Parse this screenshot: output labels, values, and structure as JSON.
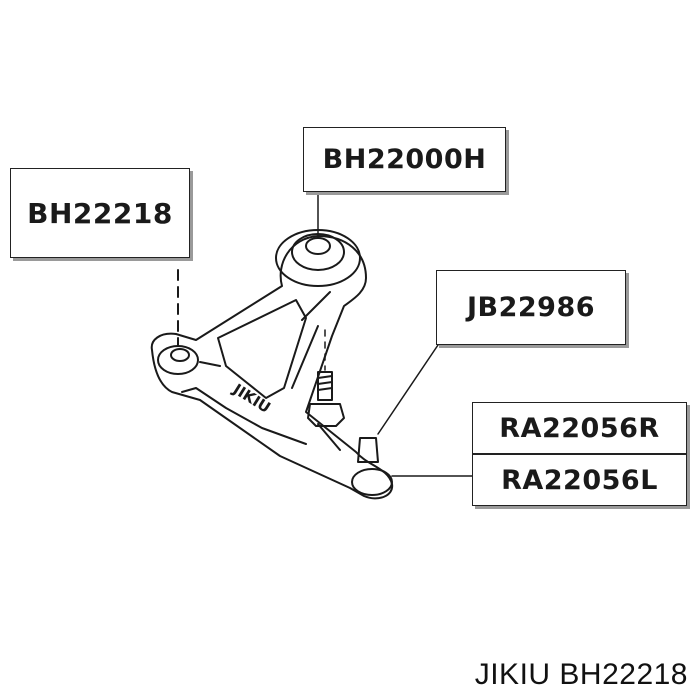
{
  "labels": {
    "ball_joint_bushing": "BH22000H",
    "front_bushing": "BH22218",
    "bolt": "JB22986",
    "ball_joint_right": "RA22056R",
    "ball_joint_left": "RA22056L"
  },
  "arm_stamp": "JIKIU",
  "caption": "JIKIU BH22218",
  "colors": {
    "line": "#1a1a1a",
    "shadow": "#9a9a9a",
    "background": "#ffffff"
  }
}
